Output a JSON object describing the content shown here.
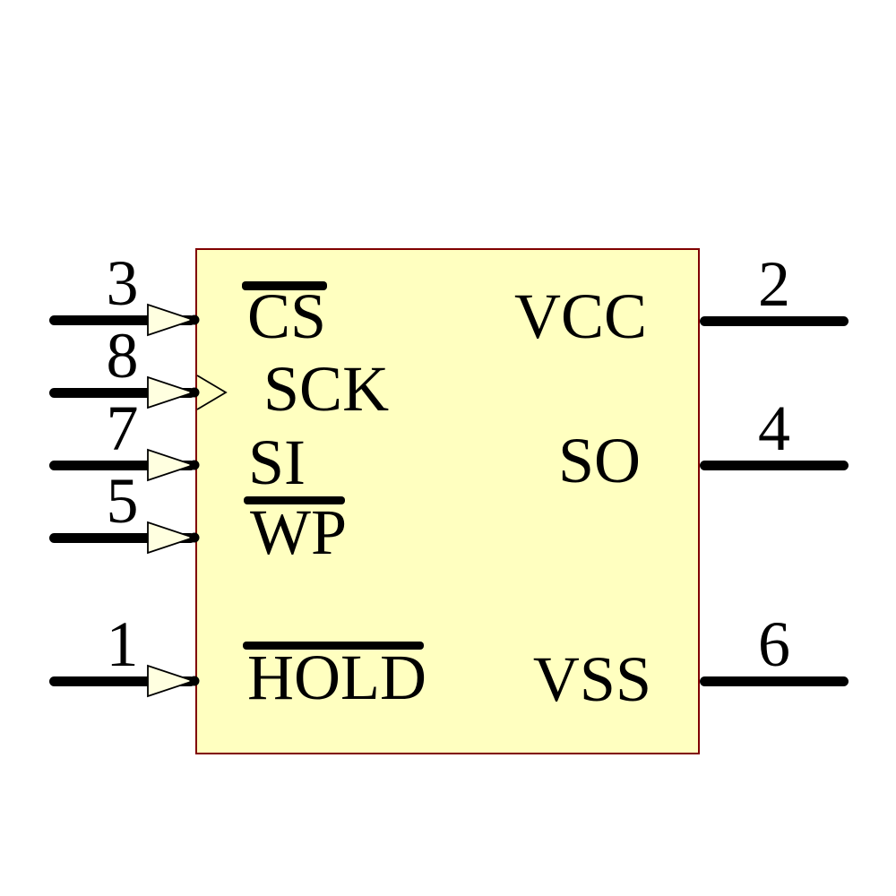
{
  "diagram": {
    "kind": "ic-schematic-symbol",
    "colors": {
      "background": "#FFFFFF",
      "body_fill": "#FFFFC0",
      "body_border": "#800000",
      "wire": "#000000",
      "arrow_fill": "#FFFFE0",
      "text": "#000000"
    },
    "left_pins": [
      {
        "number": "3",
        "label": "CS",
        "overline": true,
        "input_arrow": true,
        "clock": false
      },
      {
        "number": "8",
        "label": "SCK",
        "overline": false,
        "input_arrow": true,
        "clock": true
      },
      {
        "number": "7",
        "label": "SI",
        "overline": false,
        "input_arrow": true,
        "clock": false
      },
      {
        "number": "5",
        "label": "WP",
        "overline": true,
        "input_arrow": true,
        "clock": false
      },
      {
        "number": "1",
        "label": "HOLD",
        "overline": true,
        "input_arrow": true,
        "clock": false
      }
    ],
    "right_pins": [
      {
        "number": "2",
        "label": "VCC"
      },
      {
        "number": "4",
        "label": "SO"
      },
      {
        "number": "6",
        "label": "VSS"
      }
    ]
  }
}
